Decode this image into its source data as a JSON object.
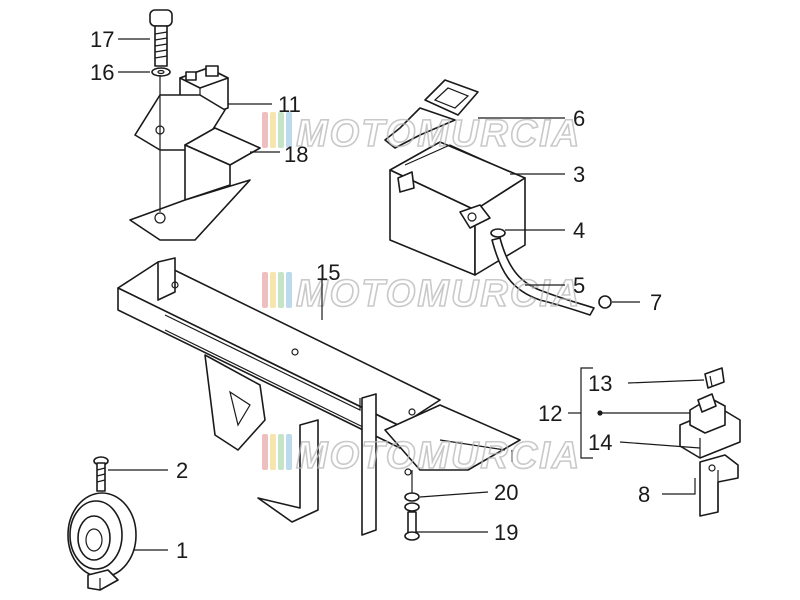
{
  "callouts": {
    "c1": "1",
    "c2": "2",
    "c3": "3",
    "c4": "4",
    "c5": "5",
    "c6": "6",
    "c7": "7",
    "c8": "8",
    "c11": "11",
    "c12": "12",
    "c13": "13",
    "c14": "14",
    "c15": "15",
    "c16": "16",
    "c17": "17",
    "c18": "18",
    "c19": "19",
    "c20": "20"
  },
  "watermark": {
    "text": "MOTOMURCIA",
    "stripe_colors": [
      "#e8a0a0",
      "#f2d98a",
      "#a9d6a9",
      "#9ec8e6"
    ]
  }
}
